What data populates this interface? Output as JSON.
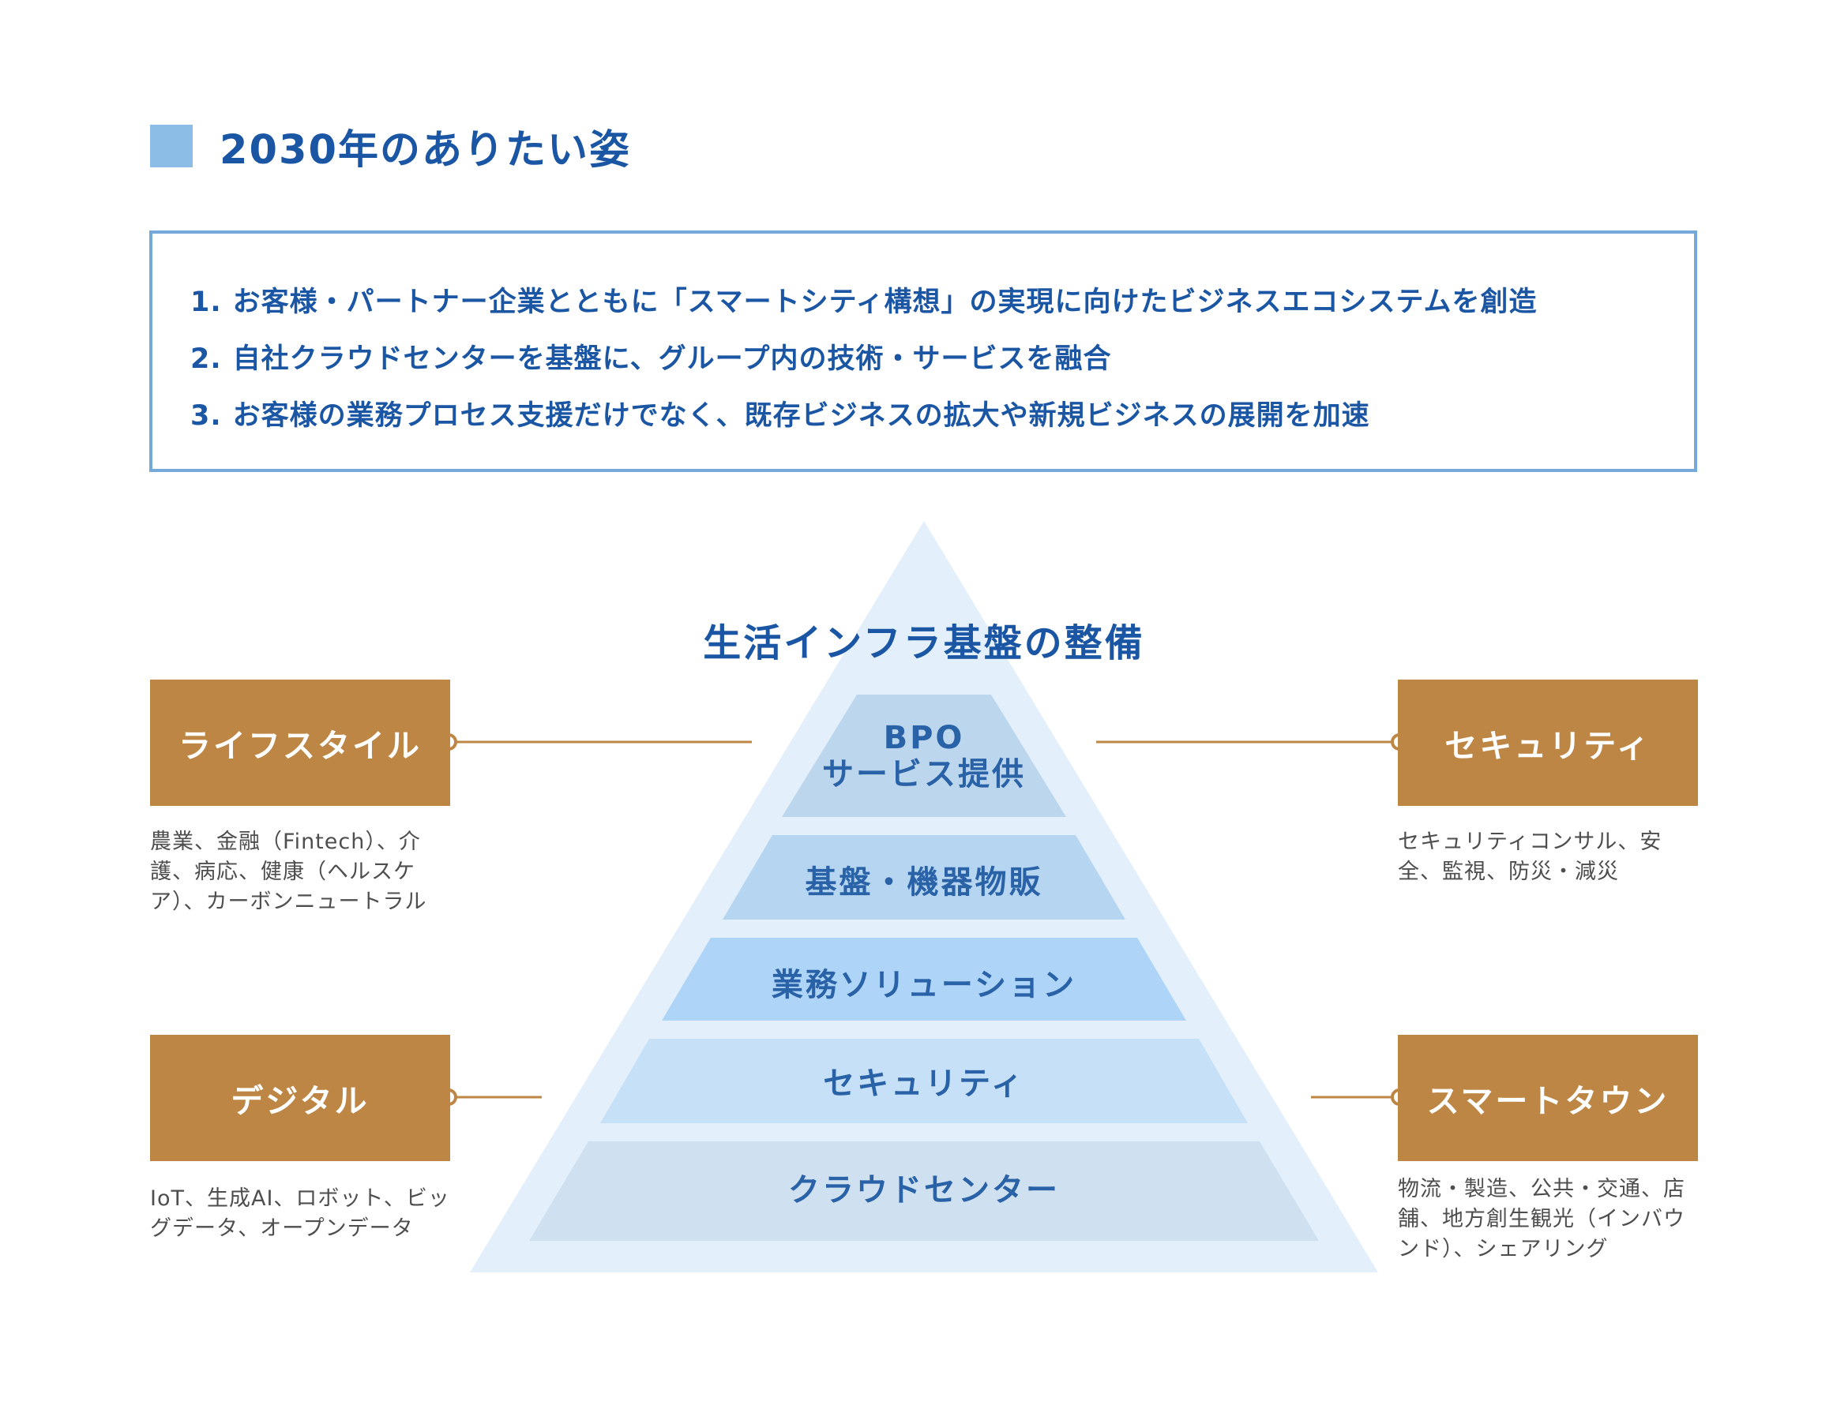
{
  "header": {
    "title": "2030年のありたい姿"
  },
  "goals": [
    {
      "num": "1.",
      "text": "お客様・パートナー企業とともに「スマートシティ構想」の実現に向けたビジネスエコシステムを創造"
    },
    {
      "num": "2.",
      "text": "自社クラウドセンターを基盤に、グループ内の技術・サービスを融合"
    },
    {
      "num": "3.",
      "text": "お客様の業務プロセス支援だけでなく、既存ビジネスの拡大や新規ビジネスの展開を加速"
    }
  ],
  "pyramid": {
    "title": "生活インフラ基盤の整備",
    "tiers": {
      "bpo_line1": "BPO",
      "bpo_line2": "サービス提供",
      "hardware": "基盤・機器物販",
      "business": "業務ソリューション",
      "security": "セキュリティ",
      "cloud": "クラウドセンター"
    }
  },
  "categories": {
    "lifestyle": {
      "label": "ライフスタイル",
      "desc": "農業、金融（Fintech）、介護、病応、健康（ヘルスケア）、カーボンニュートラル"
    },
    "security": {
      "label": "セキュリティ",
      "desc": "セキュリティコンサル、安全、監視、防災・減災"
    },
    "digital": {
      "label": "デジタル",
      "desc": "IoT、生成AI、ロボット、ビッグデータ、オープンデータ"
    },
    "smarttown": {
      "label": "スマートタウン",
      "desc": "物流・製造、公共・交通、店舗、地方創生観光（インバウンド）、シェアリング"
    }
  },
  "colors": {
    "heading_blue": "#1a56a3",
    "header_square": "#8bbde6",
    "box_border": "#74a9d9",
    "category_fill": "#bd8644",
    "connector": "#bd8644",
    "pyramid_outer": "#e3f0fb",
    "tier_bpo": "#bcd6ee",
    "tier_hardware": "#b6d5f1",
    "tier_business": "#aed4f7",
    "tier_security": "#c6e0f7",
    "tier_cloud": "#cfe0f0"
  }
}
